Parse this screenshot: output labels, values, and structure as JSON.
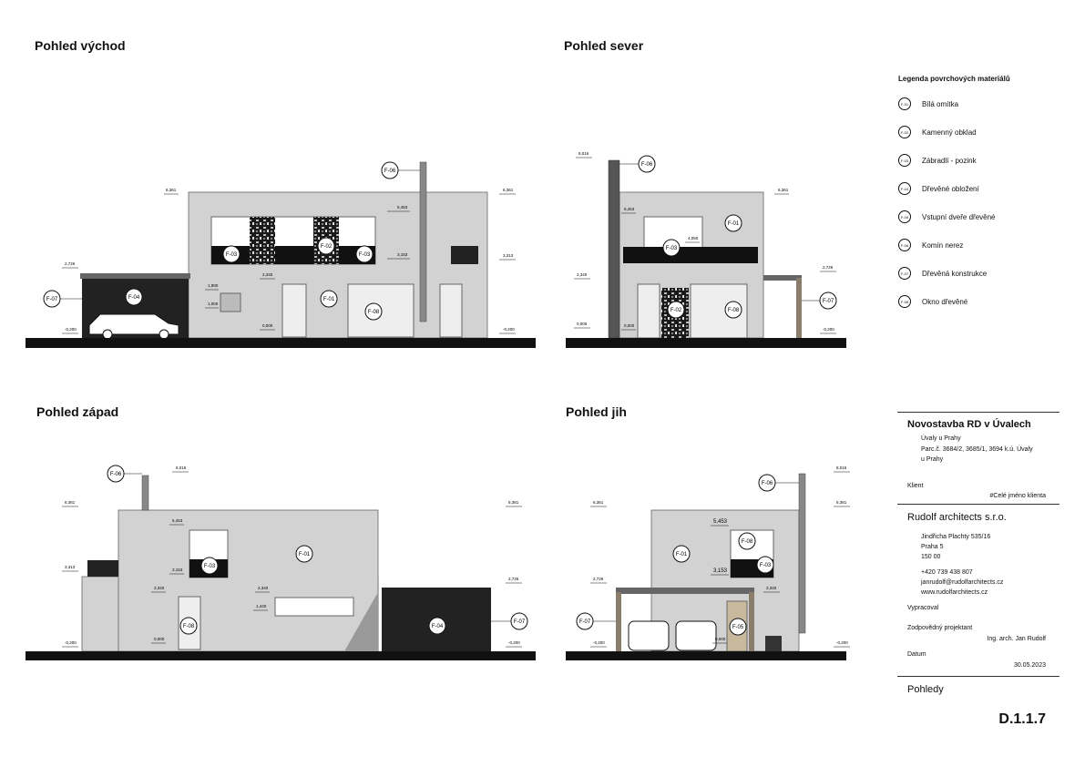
{
  "views": {
    "east": "Pohled východ",
    "north": "Pohled sever",
    "west": "Pohled západ",
    "south": "Pohled jih"
  },
  "tags": {
    "f01": "F-01",
    "f02": "F-02",
    "f03": "F-03",
    "f04": "F-04",
    "f05": "F-05",
    "f06": "F-06",
    "f07": "F-07",
    "f08": "F-08"
  },
  "levels": {
    "l6361": "6,361",
    "l5453": "5,453",
    "l3153": "3,153",
    "l3313": "3,313",
    "l2340": "2,340",
    "l2726": "2,726",
    "l1900": "1,900",
    "l1000": "1,000",
    "l0000": "0,000",
    "lm0200": "-0,200",
    "l8016": "8,016",
    "l4050": "4,050",
    "l1440": "1,440"
  },
  "legend": {
    "title": "Legenda povrchových materiálů",
    "items": [
      {
        "code": "F-01",
        "label": "Bílá omítka"
      },
      {
        "code": "F-02",
        "label": "Kamenný obklad"
      },
      {
        "code": "F-03",
        "label": "Zábradlí - pozink"
      },
      {
        "code": "F-04",
        "label": "Dřevěné obložení"
      },
      {
        "code": "F-05",
        "label": "Vstupní dveře dřevěné"
      },
      {
        "code": "F-06",
        "label": "Komín nerez"
      },
      {
        "code": "F-07",
        "label": "Dřevěná konstrukce"
      },
      {
        "code": "F-08",
        "label": "Okno dřevěné"
      }
    ]
  },
  "titleblock": {
    "project": "Novostavba RD v Úvalech",
    "location": "Úvaly u Prahy",
    "parcel": "Parc.č. 3684/2, 3685/1, 3694 k.ú. Úvaly",
    "parcel2": "u Prahy",
    "client_label": "Klient",
    "client_value": "#Celé jméno klienta",
    "company": "Rudolf architects s.r.o.",
    "street": "Jindřicha Plachty 535/16",
    "city": "Praha 5",
    "zip": "150 00",
    "phone": "+420 739 438 807",
    "email": "janrudolf@rudolfarchitects.cz",
    "web": "www.rudolfarchitects.cz",
    "prepared_label": "Vypracoval",
    "responsible_label": "Zodpovědný projektant",
    "responsible_value": "Ing. arch. Jan  Rudolf",
    "date_label": "Datum",
    "date_value": "30.05.2023",
    "sheet_name": "Pohledy",
    "sheet_number": "D.1.1.7"
  },
  "colors": {
    "wall": "#d2d2d2",
    "ground": "#111111",
    "dark": "#2a2a2a"
  }
}
